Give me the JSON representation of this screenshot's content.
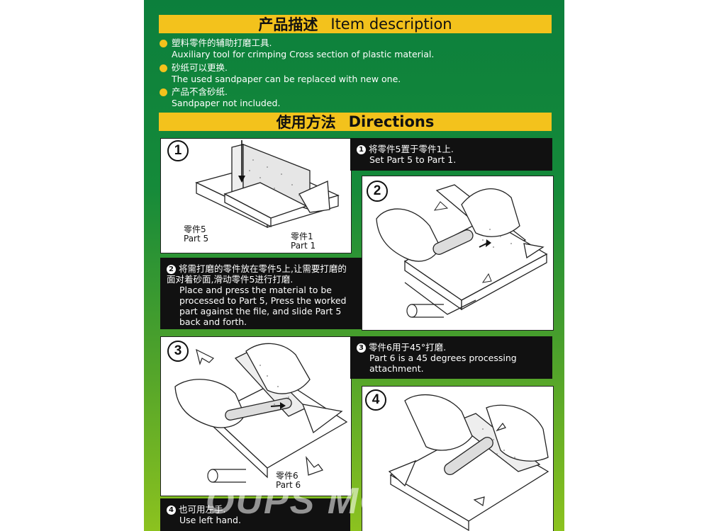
{
  "item_description": {
    "title_cn": "产品描述",
    "title_en": "Item description",
    "bullets": [
      {
        "cn": "塑料零件的辅助打磨工具.",
        "en": "Auxiliary tool for crimping Cross section of plastic material."
      },
      {
        "cn": "砂纸可以更换.",
        "en": "The used sandpaper can be replaced with new one."
      },
      {
        "cn": "产品不含砂纸.",
        "en": "Sandpaper not included."
      }
    ]
  },
  "directions": {
    "title_cn": "使用方法",
    "title_en": "Directions"
  },
  "steps": [
    {
      "num": "1",
      "cn": "将零件5置于零件1上.",
      "en": "Set Part 5 to Part 1."
    },
    {
      "num": "2",
      "cn": "将需打磨的零件放在零件5上,让需要打磨的面对着砂面,滑动零件5进行打磨.",
      "en": "Place and press the material to be processed to Part 5, Press the worked part against the file, and slide Part 5 back and forth."
    },
    {
      "num": "3",
      "cn": "零件6用于45°打磨.",
      "en": "Part 6 is a 45 degrees processing attachment."
    },
    {
      "num": "4",
      "cn": "也可用左手.",
      "en": "Use left hand."
    }
  ],
  "part_labels": {
    "part5_cn": "零件5",
    "part5_en": "Part 5",
    "part1_cn": "零件1",
    "part1_en": "Part 1",
    "part6_cn": "零件6",
    "part6_en": "Part 6"
  },
  "watermark": "OUPS MO",
  "colors": {
    "banner": "#f3c21c",
    "panel_top": "#0c7f3c",
    "panel_bottom": "#8cc21f",
    "caption_bg": "#111111"
  }
}
